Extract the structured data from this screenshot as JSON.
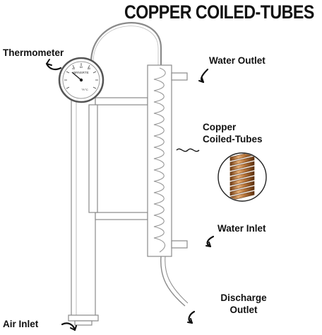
{
  "title": "COPPER COILED-TUBES",
  "labels": {
    "thermometer": "Thermometer",
    "water_outlet": "Water Outlet",
    "copper_line1": "Copper",
    "copper_line2": "Coiled-Tubes",
    "water_inlet": "Water Inlet",
    "discharge_line1": "Discharge",
    "discharge_line2": "Outlet",
    "air_inlet": "Air Inlet"
  },
  "gauge": {
    "brand": "BRNSRTE",
    "scale_top": [
      "40",
      "60",
      "80"
    ],
    "unit_f": "°F/°C"
  },
  "colors": {
    "outline": "#8a8a8a",
    "arrow": "#111111",
    "copper": "#b5743a",
    "copper_dark": "#6e3b14",
    "copper_light": "#e6ad73"
  }
}
